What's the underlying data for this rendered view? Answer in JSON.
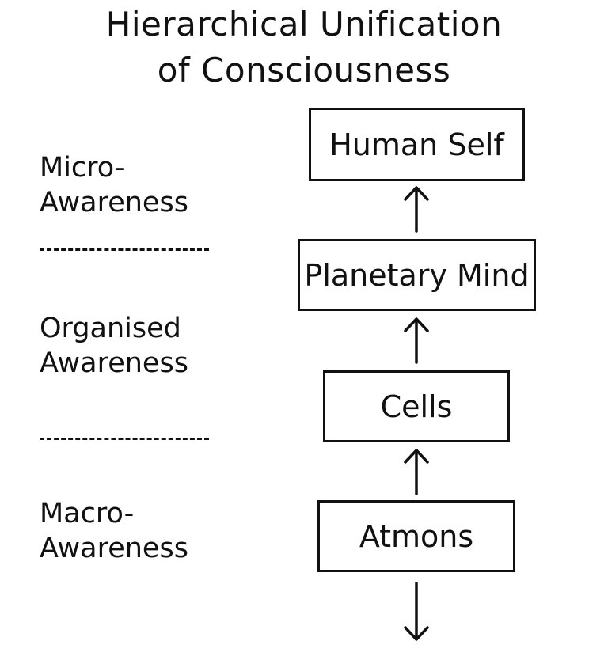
{
  "title": {
    "line1": "Hierarchical Unification",
    "line2": "of Consciousness"
  },
  "levels": [
    {
      "line1": "Micro-",
      "line2": "Awareness"
    },
    {
      "line1": "Organised",
      "line2": "Awareness"
    },
    {
      "line1": "Macro-",
      "line2": "Awareness"
    }
  ],
  "nodes": [
    {
      "label": "Human Self"
    },
    {
      "label": "Planetary Mind"
    },
    {
      "label": "Cells"
    },
    {
      "label": "Atmons"
    }
  ],
  "arrows": [
    "up-arrow-icon",
    "up-arrow-icon",
    "up-arrow-icon",
    "down-arrow-icon"
  ],
  "colors": {
    "ink": "#111111",
    "background": "#ffffff"
  }
}
